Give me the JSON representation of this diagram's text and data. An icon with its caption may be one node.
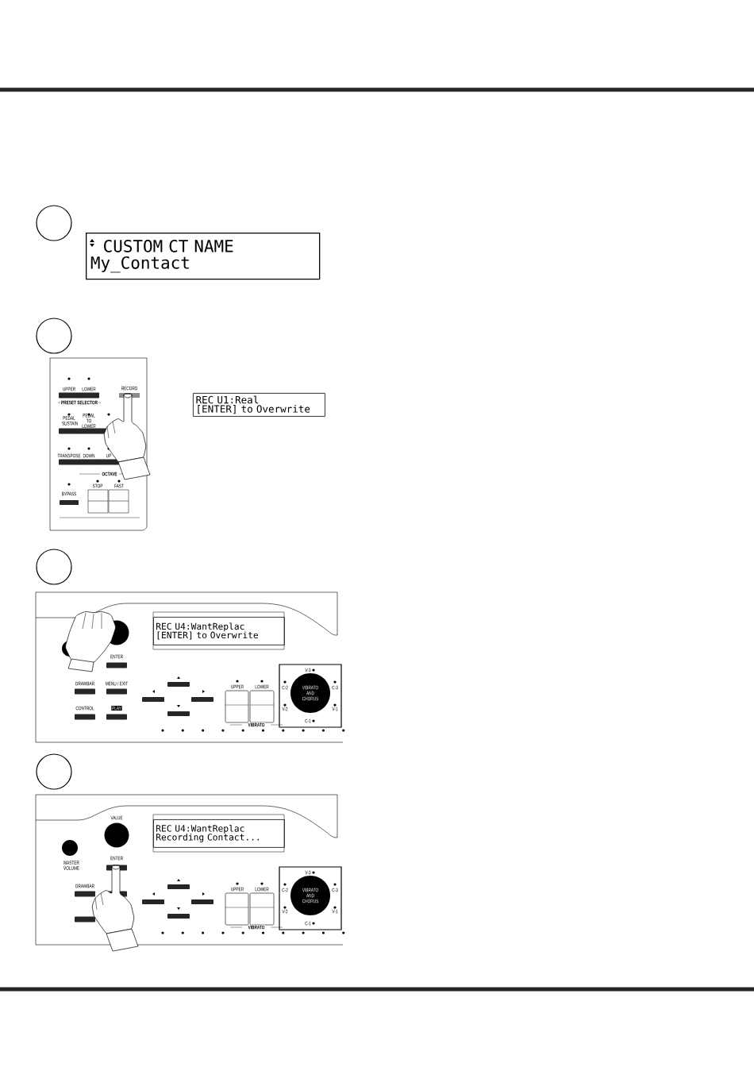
{
  "diagram": {
    "nodes": [
      {
        "text": [],
        "shape": "circle"
      },
      {
        "text": [
          "CUSTOM CT NAME",
          "My_Contact"
        ]
      },
      {
        "text": [],
        "shape": "circle"
      },
      {
        "text": [
          "REC  U1:Real",
          "[ENTER] to Overwrite"
        ]
      },
      {
        "text": [],
        "shape": "circle"
      },
      {
        "text": [
          "REC  U4:WantReplac",
          "[ENTER] to Overwrite"
        ]
      },
      {
        "text": [],
        "shape": "circle"
      },
      {
        "text": [
          "REC  U4:WantReplac",
          "Recording Contact..."
        ]
      }
    ],
    "labels": [
      "UPPER",
      "LOWER",
      "RECORD",
      "PRESET SELECTOR",
      "PEDAL SUSTAIN",
      "PEDAL TO LOWER",
      "TRANSPOSE",
      "DOWN",
      "UP",
      "OCTAVE",
      "STOP",
      "FAST",
      "BYPASS",
      "ENTER",
      "DRAWBAR",
      "MENU / EXIT",
      "CONTROL",
      "PLAY",
      "UPPER",
      "LOWER",
      "VIBRATO",
      "V-3",
      "C-2",
      "C-3",
      "VIBRATO AND CHORUS",
      "V-2",
      "V-1",
      "C-1",
      "VALUE",
      "MASTER VOLUME",
      "ENTER",
      "DRAWBAR",
      "UPPER",
      "LOWER",
      "VIBRATO",
      "V-3",
      "C-2",
      "C-3",
      "VIBRATO AND CHORUS",
      "V-2",
      "V-1",
      "C-1"
    ]
  }
}
